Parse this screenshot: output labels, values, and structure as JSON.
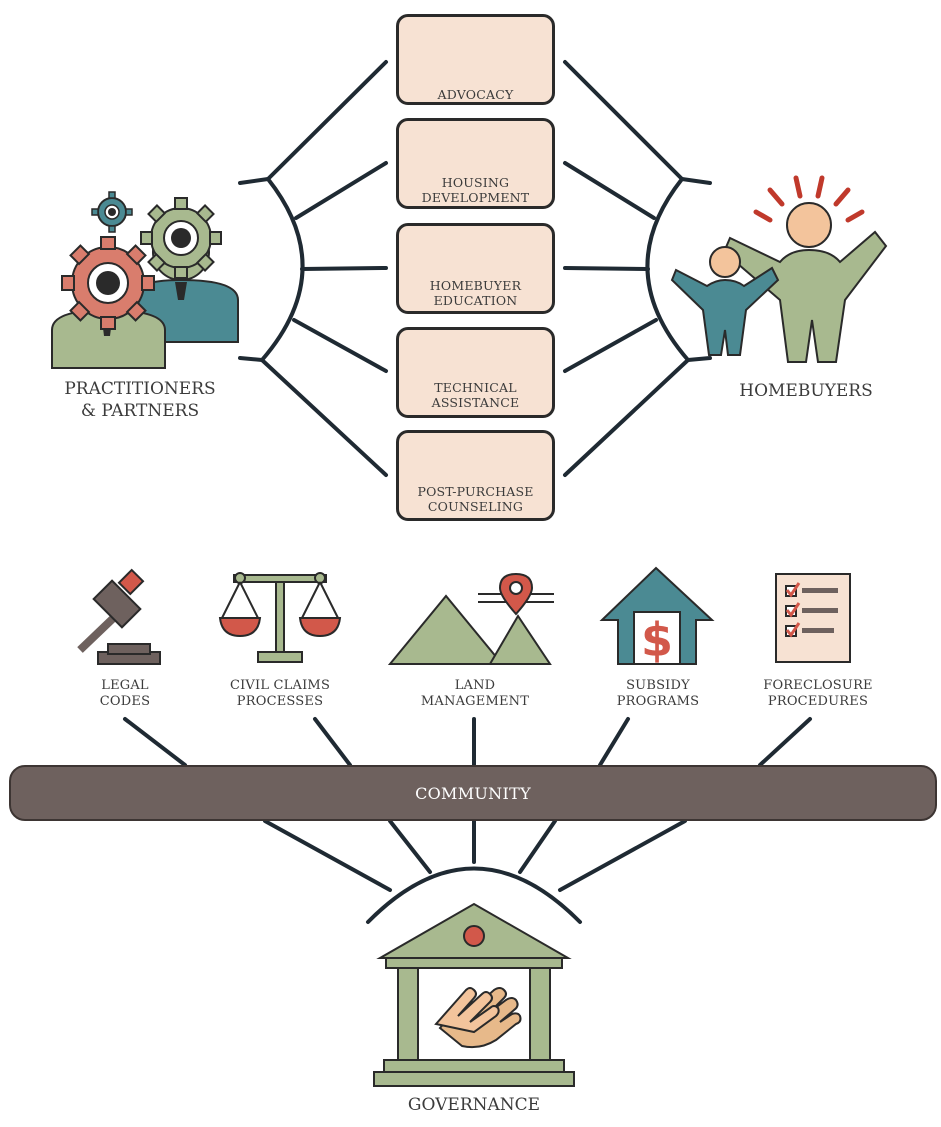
{
  "services": [
    {
      "label": "ADVOCACY",
      "icon": "raised-hands-icon"
    },
    {
      "label": "HOUSING\nDEVELOPMENT",
      "icon": "houses-icon"
    },
    {
      "label": "HOMEBUYER\nEDUCATION",
      "icon": "notebook-pencil-icon"
    },
    {
      "label": "TECHNICAL\nASSISTANCE",
      "icon": "speech-bubbles-icon"
    },
    {
      "label": "POST-PURCHASE\nCOUNSELING",
      "icon": "tools-icon"
    }
  ],
  "actors": {
    "left": "PRACTITIONERS\n& PARTNERS",
    "right": "HOMEBUYERS"
  },
  "frameworks": [
    {
      "label": "LEGAL\nCODES",
      "icon": "gavel-icon"
    },
    {
      "label": "CIVIL CLAIMS\nPROCESSES",
      "icon": "scales-icon"
    },
    {
      "label": "LAND\nMANAGEMENT",
      "icon": "land-pin-icon"
    },
    {
      "label": "SUBSIDY\nPROGRAMS",
      "icon": "house-dollar-icon"
    },
    {
      "label": "FORECLOSURE\nPROCEDURES",
      "icon": "checklist-icon"
    }
  ],
  "community": "COMMUNITY",
  "governance": "GOVERNANCE",
  "colors": {
    "line": "#1f2a33",
    "box_fill": "#f7e2d3",
    "coral": "#d2584a",
    "teal": "#4b8a93",
    "sage": "#a8b98f",
    "bar": "#6e615e",
    "tan": "#e7b98a"
  }
}
